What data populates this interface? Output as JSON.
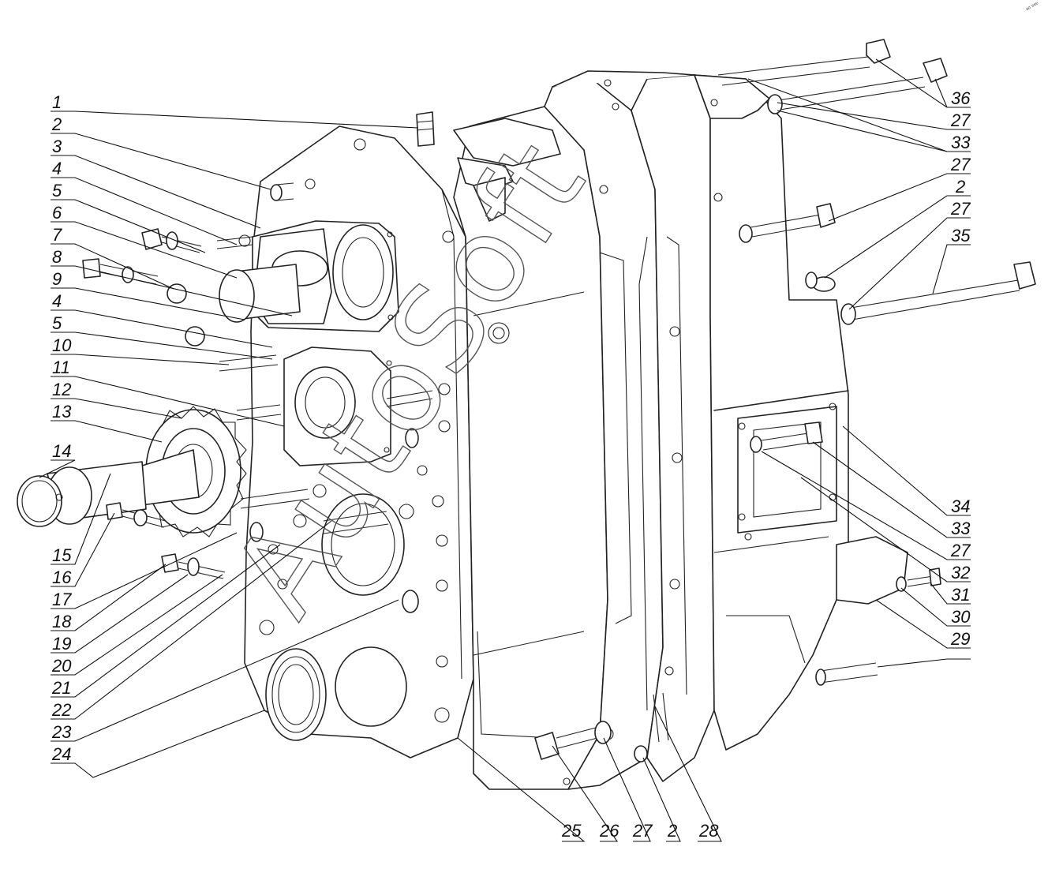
{
  "watermark": "AutoSoft",
  "corner_mark": "ᵃᵒ ᵉᵉᵉ",
  "left_labels": [
    "1",
    "2",
    "3",
    "4",
    "5",
    "6",
    "7",
    "8",
    "9",
    "4",
    "5",
    "10",
    "11",
    "12",
    "13",
    "14",
    "15",
    "16",
    "17",
    "18",
    "19",
    "20",
    "21",
    "22",
    "23",
    "24"
  ],
  "right_labels": [
    "36",
    "27",
    "33",
    "27",
    "2",
    "27",
    "35",
    "34",
    "33",
    "27",
    "32",
    "31",
    "30",
    "29"
  ],
  "bottom_labels": [
    "25",
    "26",
    "27",
    "2",
    "28"
  ]
}
